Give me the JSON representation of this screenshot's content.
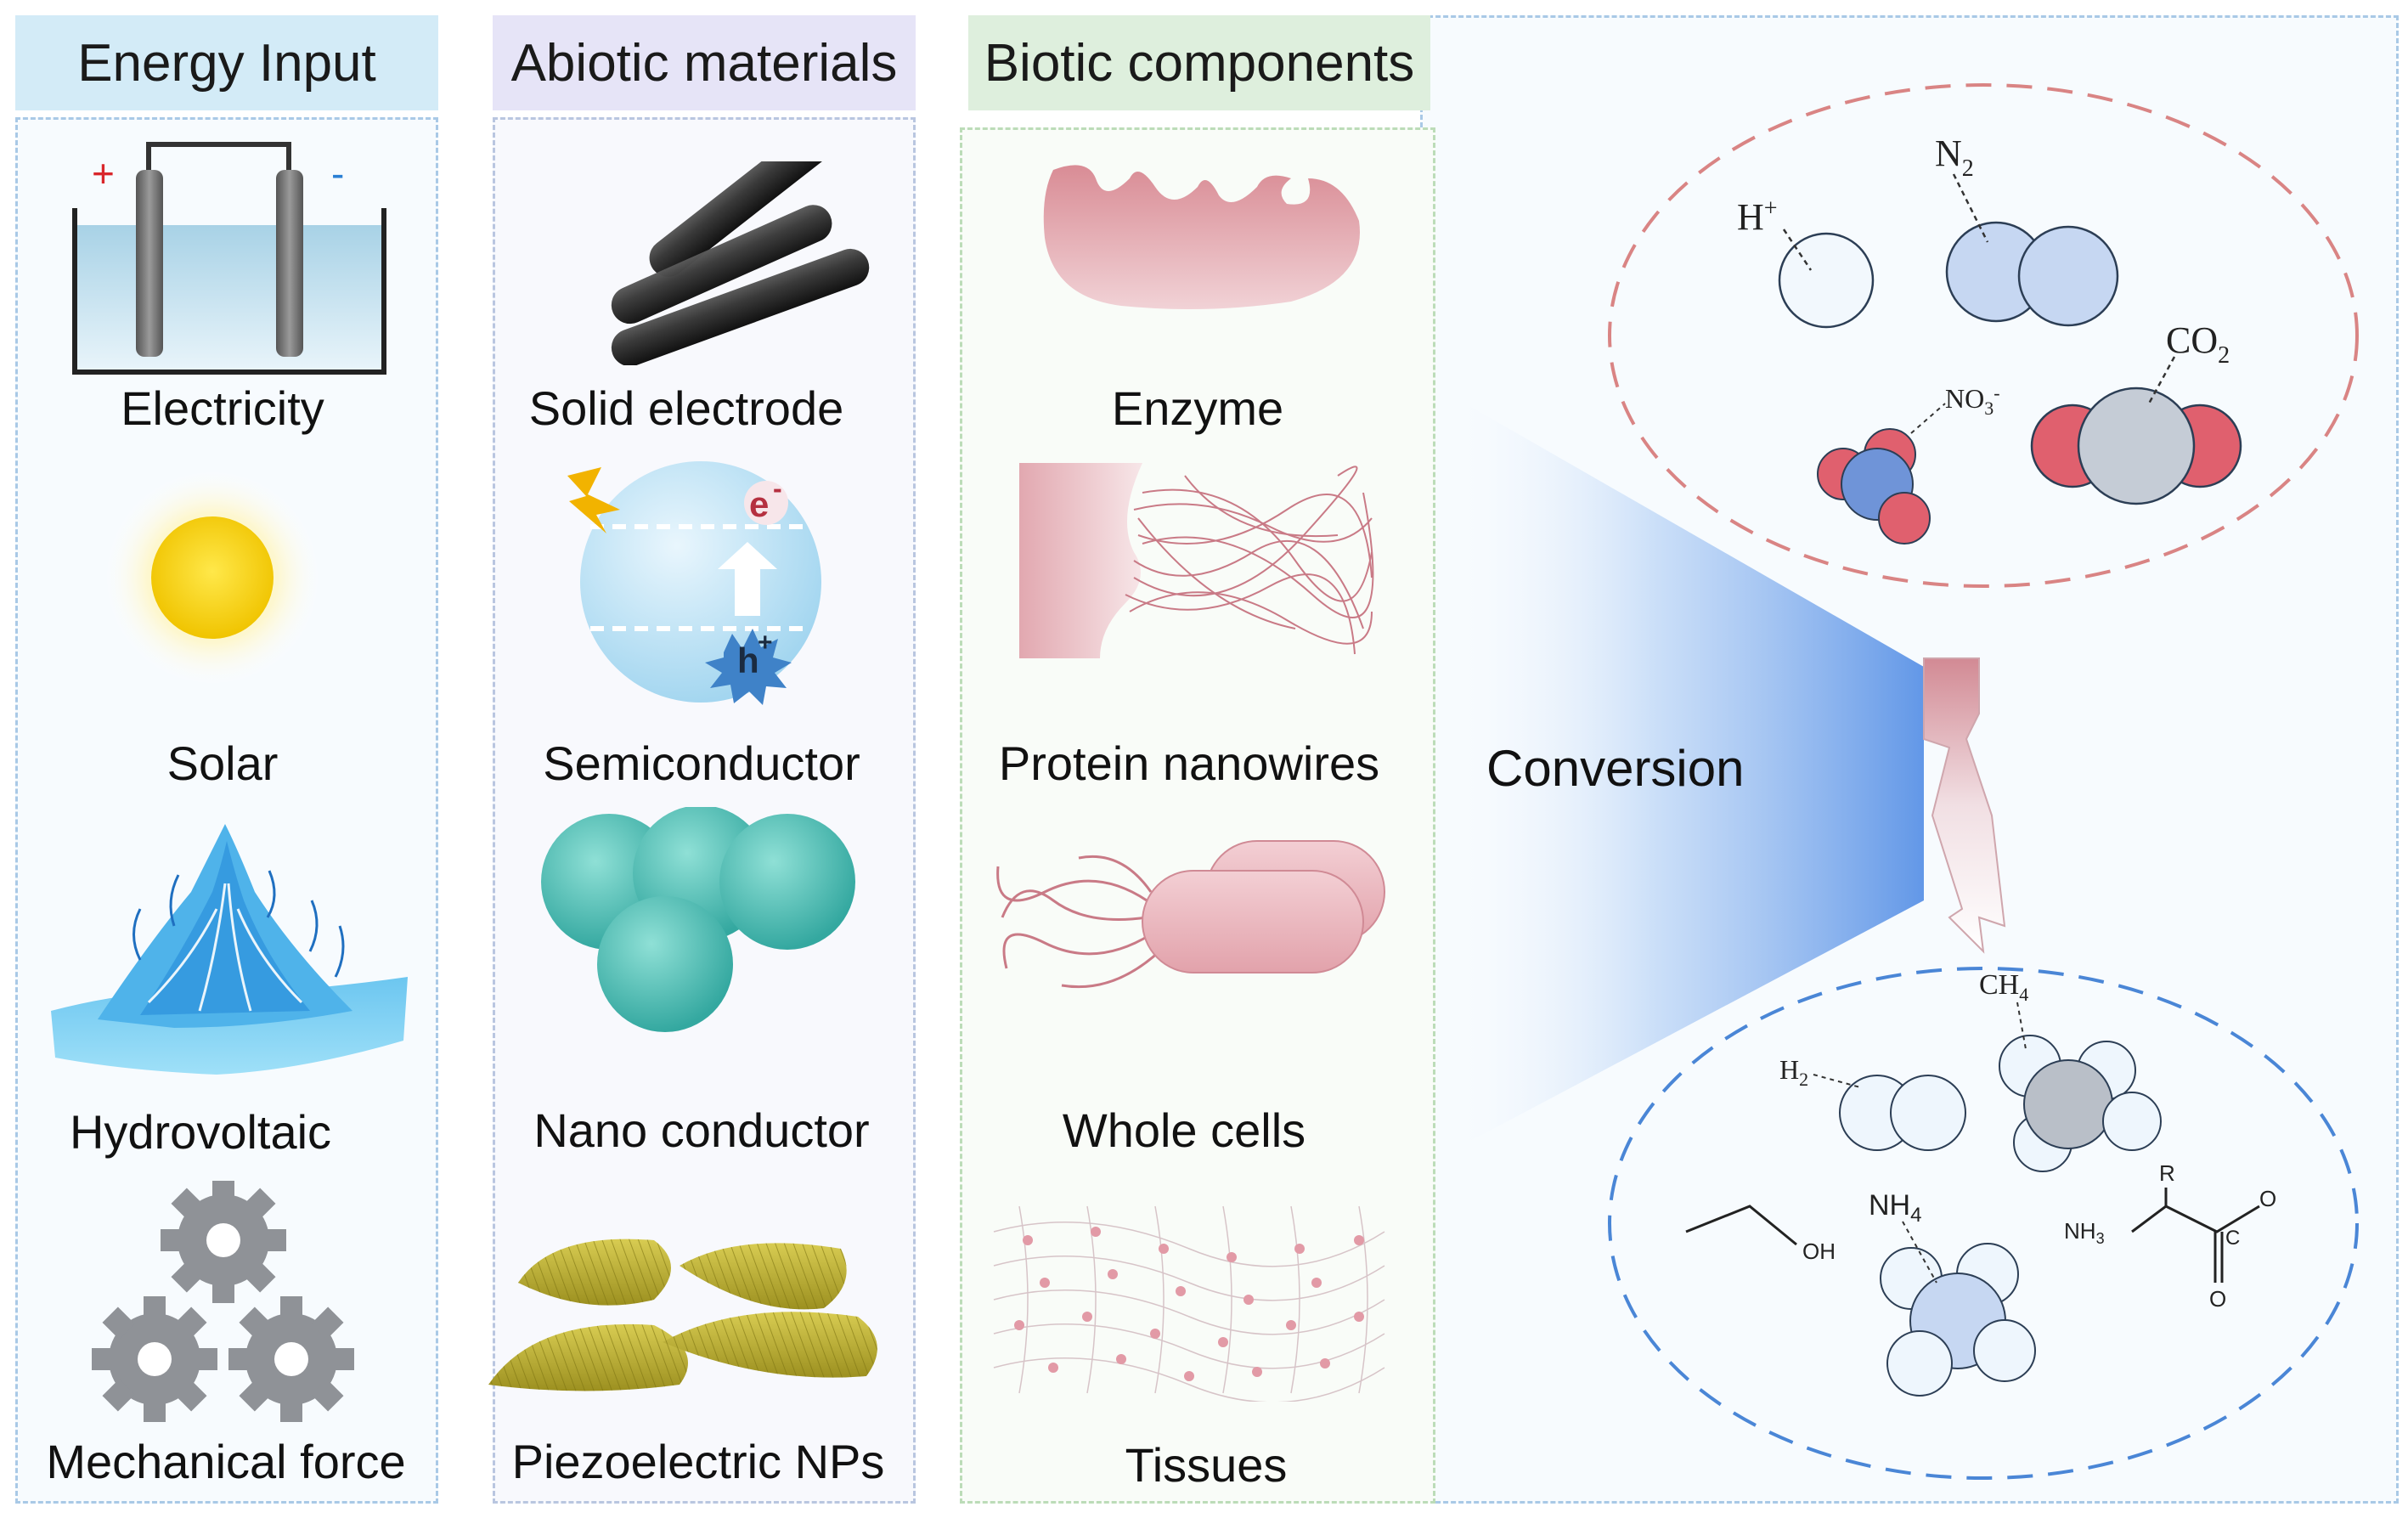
{
  "columns": {
    "energy": {
      "title": "Energy Input",
      "items": [
        "Electricity",
        "Solar",
        "Hydrovoltaic",
        "Mechanical force"
      ]
    },
    "abiotic": {
      "title": "Abiotic materials",
      "items": [
        "Solid electrode",
        "Semiconductor",
        "Nano conductor",
        "Piezoelectric NPs"
      ]
    },
    "biotic": {
      "title": "Biotic components",
      "items": [
        "Enzyme",
        "Protein nanowires",
        "Whole cells",
        "Tissues"
      ]
    }
  },
  "electricity_icon": {
    "plus": "+",
    "minus": "-"
  },
  "semiconductor_icon": {
    "electron": "e",
    "electron_sup": "-",
    "hole": "h",
    "hole_sup": "+"
  },
  "conversion": {
    "label": "Conversion",
    "inputs": {
      "proton": "H",
      "proton_sup": "+",
      "nitrogen": "N",
      "nitrogen_sub": "2",
      "nitrate": "NO",
      "nitrate_sub": "3",
      "nitrate_sup": "-",
      "co2": "CO",
      "co2_sub": "2"
    },
    "outputs": {
      "hydrogen": "H",
      "hydrogen_sub": "2",
      "methane": "CH",
      "methane_sub": "4",
      "ethanol_oh": "OH",
      "ammonia": "NH",
      "ammonia_sub": "4",
      "amino_r": "R",
      "amino_nh": "NH",
      "amino_nh_sub": "3",
      "amino_c": "C",
      "amino_o": "O"
    }
  },
  "colors": {
    "energy_header": "#cfe8f6",
    "abiotic_header": "#e3e1f6",
    "biotic_header": "#dcefdc",
    "energy_border": "#9cc3e2",
    "abiotic_border": "#b7c5df",
    "biotic_border": "#b7d8b4",
    "conversion_border": "#9cc3e2",
    "input_ellipse": "#d98484",
    "output_ellipse": "#4a86d6",
    "oxygen_red": "#e0606e",
    "enzyme_pink": "#cd7d86"
  }
}
